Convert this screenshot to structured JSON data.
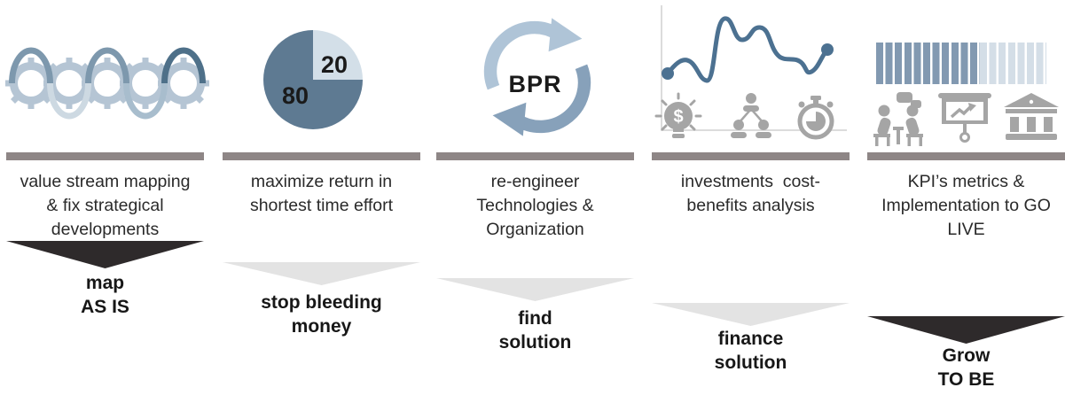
{
  "title": "BPR five-stage process infographic",
  "colors": {
    "divider_bar": "#8e8686",
    "dark_arrow": "#2e2a2b",
    "light_arrow": "#e3e3e3",
    "pie_major": "#5e7a92",
    "pie_minor": "#d3dfe8",
    "steel_blue": "#7e99b0",
    "light_steel": "#d4dee7",
    "icon_gray": "#a5a5a5",
    "trend_line": "#4c7191"
  },
  "columns": [
    {
      "icon": "gears-flow-icon",
      "description": "value stream mapping\n& fix strategical\ndevelopments",
      "arrow_style": "dark",
      "label": "map\nAS IS"
    },
    {
      "icon": "pareto-pie-icon",
      "pie": {
        "major": "80",
        "minor": "20"
      },
      "description": "maximize return in\nshortest time effort",
      "arrow_style": "light",
      "label": "stop bleeding\nmoney"
    },
    {
      "icon": "bpr-cycle-arrows-icon",
      "bpr_label": "BPR",
      "description": "re-engineer\nTechnologies &\nOrganization",
      "arrow_style": "light",
      "label": "find\nsolution"
    },
    {
      "icon": "trend-line-chart-icon, dollar-bulb-icon, org-chart-icon, stopwatch-icon",
      "description": "investments  cost-\nbenefits analysis",
      "arrow_style": "light",
      "label": "finance\nsolution"
    },
    {
      "icon": "progress-bars-icon, meeting-icon, presentation-chart-icon, bank-icon",
      "description": "KPI’s metrics &\nImplementation to GO\nLIVE",
      "arrow_style": "dark",
      "label": "Grow\nTO BE"
    }
  ],
  "chart_data": [
    {
      "type": "pie",
      "title": "80 / 20 pie icon",
      "labels": [
        "80",
        "20"
      ],
      "values": [
        80,
        20
      ],
      "colors": [
        "#5e7a92",
        "#d3dfe8"
      ],
      "note": "light 20-slice occupies the top-right quarter"
    },
    {
      "type": "bar",
      "title": "implementation progress strip icon",
      "categories": [
        "filled",
        "empty"
      ],
      "values": [
        11,
        7
      ],
      "note": "11 of 18 vertical bars filled steel-blue, remaining 7 light"
    }
  ]
}
